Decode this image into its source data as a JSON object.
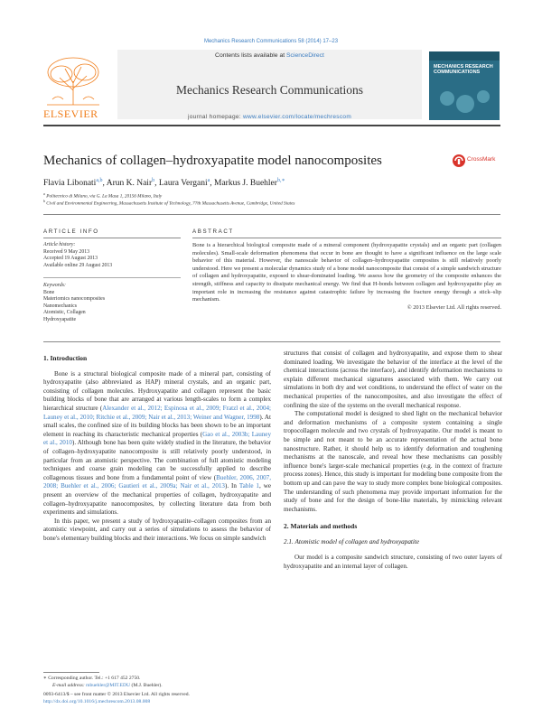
{
  "header": {
    "citation": "Mechanics Research Communications 58 (2014) 17–23",
    "contents_prefix": "Contents lists available at ",
    "contents_link": "ScienceDirect",
    "journal_title": "Mechanics Research Communications",
    "homepage_prefix": "journal homepage: ",
    "homepage_url": "www.elsevier.com/locate/mechrescom",
    "publisher": "ELSEVIER",
    "cover_title": "MECHANICS RESEARCH COMMUNICATIONS",
    "crossmark": "CrossMark"
  },
  "article": {
    "title": "Mechanics of collagen–hydroxyapatite model nanocomposites",
    "authors": [
      {
        "name": "Flavia Libonati",
        "sup": "a,b"
      },
      {
        "name": "Arun K. Nair",
        "sup": "b"
      },
      {
        "name": "Laura Vergani",
        "sup": "a"
      },
      {
        "name": "Markus J. Buehler",
        "sup": "b,∗"
      }
    ],
    "affiliations": [
      {
        "sup": "a",
        "text": "Politecnico di Milano, via G. La Masa 1, 20156 Milano, Italy"
      },
      {
        "sup": "b",
        "text": "Civil and Environmental Engineering, Massachusetts Institute of Technology, 77th Massachusetts Avenue, Cambridge, United States"
      }
    ]
  },
  "info": {
    "heading": "ARTICLE INFO",
    "history_heading": "Article history:",
    "history": [
      "Received 9 May 2013",
      "Accepted 19 August 2013",
      "Available online 29 August 2013"
    ],
    "keywords_heading": "Keywords:",
    "keywords": [
      "Bone",
      "Materiomics nanocomposites",
      "Nanomechanics",
      "Atomistic, Collagen",
      "Hydroxyapatite"
    ]
  },
  "abstract": {
    "heading": "ABSTRACT",
    "text": "Bone is a hierarchical biological composite made of a mineral component (hydroxyapatite crystals) and an organic part (collagen molecules). Small-scale deformation phenomena that occur in bone are thought to have a significant influence on the large scale behavior of this material. However, the nanoscale behavior of collagen–hydroxyapatite composites is still relatively poorly understood. Here we present a molecular dynamics study of a bone model nanocomposite that consist of a simple sandwich structure of collagen and hydroxyapatite, exposed to shear-dominated loading. We assess how the geometry of the composite enhances the strength, stiffness and capacity to dissipate mechanical energy. We find that H-bonds between collagen and hydroxyapatite play an important role in increasing the resistance against catastrophic failure by increasing the fracture energy through a stick–slip mechanism.",
    "copyright": "© 2013 Elsevier Ltd. All rights reserved."
  },
  "body": {
    "intro_heading": "1.  Introduction",
    "intro_p1": [
      {
        "t": "Bone is a structural biological composite made of a mineral part, consisting of hydroxyapatite (also abbreviated as HAP) mineral crystals, and an organic part, consisting of collagen molecules. Hydroxyapatite and collagen represent the basic building blocks of bone that are arranged at various length-scales to form a complex hierarchical structure ("
      },
      {
        "c": "Alexander et al., 2012; Espinosa et al., 2009; Fratzl et al., 2004; Launey et al., 2010; Ritchie et al., 2009; Nair et al., 2013; Weiner and Wagner, 1998"
      },
      {
        "t": "). At small scales, the confined size of its building blocks has been shown to be an important element in reaching its characteristic mechanical properties ("
      },
      {
        "c": "Gao et al., 2003b; Launey et al., 2010"
      },
      {
        "t": "). Although bone has been quite widely studied in the literature, the behavior of collagen–hydroxyapatite nanocomposite is still relatively poorly understood, in particular from an atomistic perspective. The combination of full atomistic modeling techniques and coarse grain modeling can be successfully applied to describe collagenous tissues and bone from a fundamental point of view ("
      },
      {
        "c": "Buehler, 2006, 2007, 2008; Buehler et al., 2006; Gautieri et al., 2009a; Nair et al., 2013"
      },
      {
        "t": "). In "
      },
      {
        "c": "Table 1"
      },
      {
        "t": ", we present an overview of the mechanical properties of collagen, hydroxyapatite and collagen–hydroxyapatite nanocomposites, by collecting literature data from both experiments and simulations."
      }
    ],
    "intro_p2": "In this paper, we present a study of hydroxyapatite–collagen composites from an atomistic viewpoint, and carry out a series of simulations to assess the behavior of bone's elementary building blocks and their interactions. We focus on simple sandwich",
    "right_p1": "structures that consist of collagen and hydroxyapatite, and expose them to shear dominated loading. We investigate the behavior of the interface at the level of the chemical interactions (across the interface), and identify deformation mechanisms to explain different mechanical signatures associated with them. We carry out simulations in both dry and wet conditions, to understand the effect of water on the mechanical properties of the nanocomposites, and also investigate the effect of confining the size of the systems on the overall mechanical response.",
    "right_p2": "The computational model is designed to shed light on the mechanical behavior and deformation mechanisms of a composite system containing a single tropocollagen molecule and two crystals of hydroxyapatite. Our model is meant to be simple and not meant to be an accurate representation of the actual bone nanostructure. Rather, it should help us to identify deformation and toughening mechanisms at the nanoscale, and reveal how these mechanisms can possibly influence bone's larger-scale mechanical properties (e.g. in the context of fracture process zones). Hence, this study is important for modeling bone composite from the bottom up and can pave the way to study more complex bone biological composites. The understanding of such phenomena may provide important information for the study of bone and for the design of bone-like materials, by mimicking relevant mechanisms.",
    "methods_heading": "2.  Materials and methods",
    "methods_sub": "2.1.  Atomistic model of collagen and hydroxyapatite",
    "methods_p1": "Our model is a composite sandwich structure, consisting of two outer layers of hydroxyapatite and an internal layer of collagen."
  },
  "footnotes": {
    "corresponding": "∗  Corresponding author. Tel.: +1 617 452 2750.",
    "email_label": "E-mail address: ",
    "email": "mbuehler@MIT.EDU",
    "email_suffix": " (M.J. Buehler).",
    "issn": "0093-6413/$ – see front matter © 2013 Elsevier Ltd. All rights reserved.",
    "doi": "http://dx.doi.org/10.1016/j.mechrescom.2013.08.008"
  },
  "colors": {
    "link": "#3a7cc0",
    "elsevier_orange": "#f07c18",
    "cover": "#2a6d86"
  }
}
